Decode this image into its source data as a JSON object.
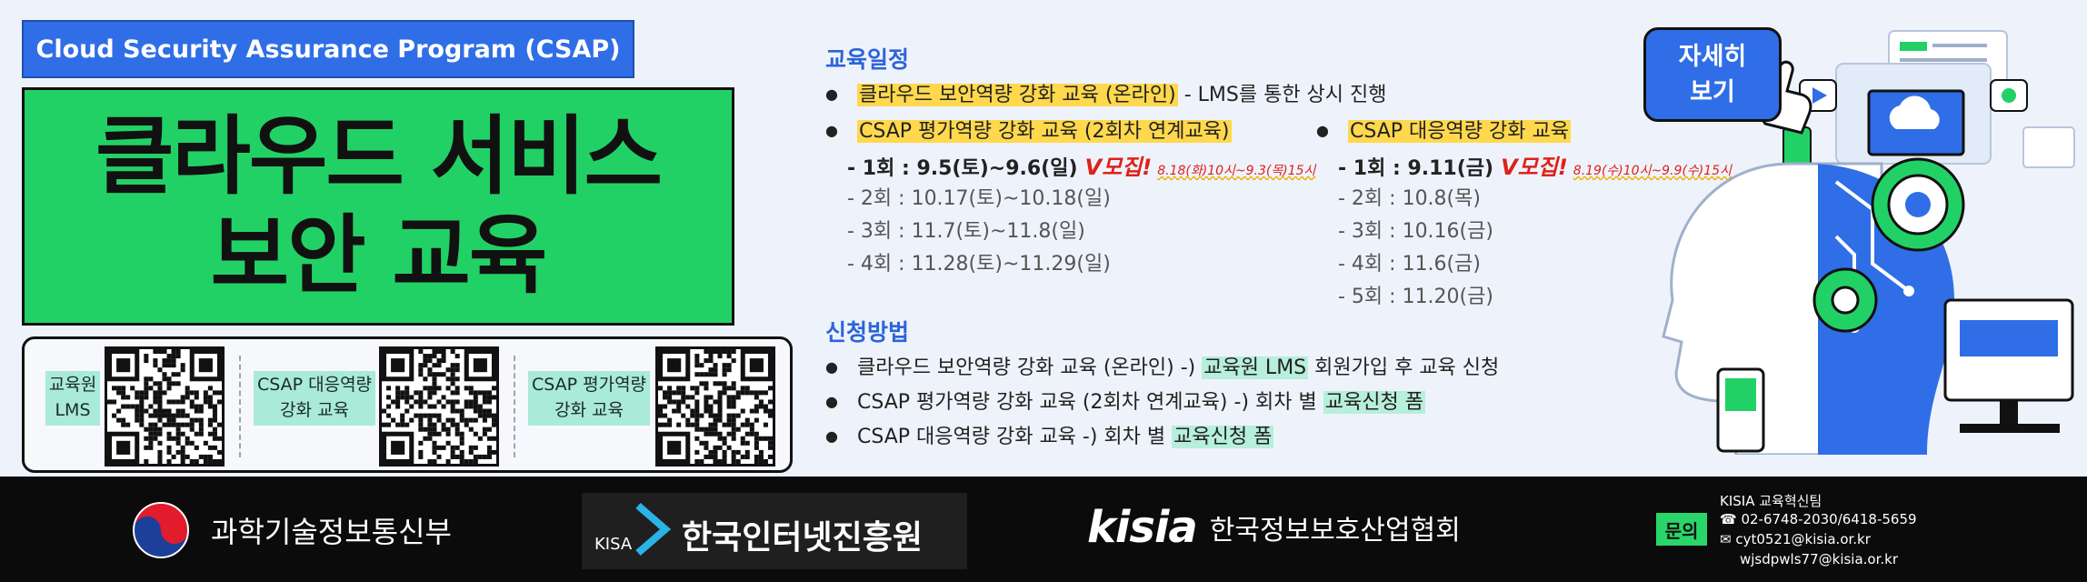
{
  "header": {
    "subtitle": "Cloud Security Assurance Program (CSAP)",
    "title_line1": "클라우드 서비스",
    "title_line2": "보안 교육"
  },
  "qr_codes": [
    {
      "label_line1": "교육원",
      "label_line2": "LMS"
    },
    {
      "label_line1": "CSAP 대응역량",
      "label_line2": "강화 교육"
    },
    {
      "label_line1": "CSAP 평가역량",
      "label_line2": "강화 교육"
    }
  ],
  "schedule": {
    "heading": "교육일정",
    "online": {
      "name": "클라우드 보안역량 강화 교육 (온라인)",
      "desc": " - LMS를 통한 상시 진행"
    },
    "eval": {
      "name": "CSAP 평가역량 강화 교육 (2회차 연계교육)",
      "first": "- 1회 : 9.5(토)~9.6(일)",
      "recruit": "V모집!",
      "recruit_note": "8.18(화)10시~9.3(목)15시",
      "rounds": [
        "- 2회 : 10.17(토)~10.18(일)",
        "- 3회 : 11.7(토)~11.8(일)",
        "- 4회 : 11.28(토)~11.29(일)"
      ]
    },
    "response": {
      "name": "CSAP 대응역량 강화 교육",
      "first": "- 1회 : 9.11(금)",
      "recruit": "V모집!",
      "recruit_note": "8.19(수)10시~9.9(수)15시",
      "rounds": [
        "- 2회 : 10.8(목)",
        "- 3회 : 10.16(금)",
        "- 4회 : 11.6(금)",
        "- 5회 : 11.20(금)"
      ]
    }
  },
  "apply": {
    "heading": "신청방법",
    "items": [
      {
        "pre": "클라우드 보안역량 강화 교육 (온라인) -) ",
        "hl": "교육원 LMS",
        "post": " 회원가입 후 교육 신청"
      },
      {
        "pre": "CSAP 평가역량 강화 교육 (2회차 연계교육) -) 회차 별 ",
        "hl": "교육신청 폼",
        "post": ""
      },
      {
        "pre": "CSAP 대응역량 강화 교육 -) 회차 별 ",
        "hl": "교육신청 폼",
        "post": ""
      }
    ]
  },
  "detail_button": {
    "line1": "자세히",
    "line2": "보기"
  },
  "footer": {
    "msit": "과학기술정보통신부",
    "kisa_small": "KISA",
    "kisa": "한국인터넷진흥원",
    "kisia_logo": "kisia",
    "kisia": "한국정보보호산업협회",
    "contact_label": "문의",
    "team": "KISIA 교육혁신팀",
    "phone": "02-6748-2030/6418-5659",
    "email1": "cyt0521@kisia.or.kr",
    "email2": "wjsdpwls77@kisia.or.kr"
  },
  "colors": {
    "accent_blue": "#2f6ee6",
    "green": "#22d166",
    "highlight_yellow": "#ffd84d",
    "highlight_mint": "#b7eedc",
    "recruit_red": "#e0201a"
  }
}
